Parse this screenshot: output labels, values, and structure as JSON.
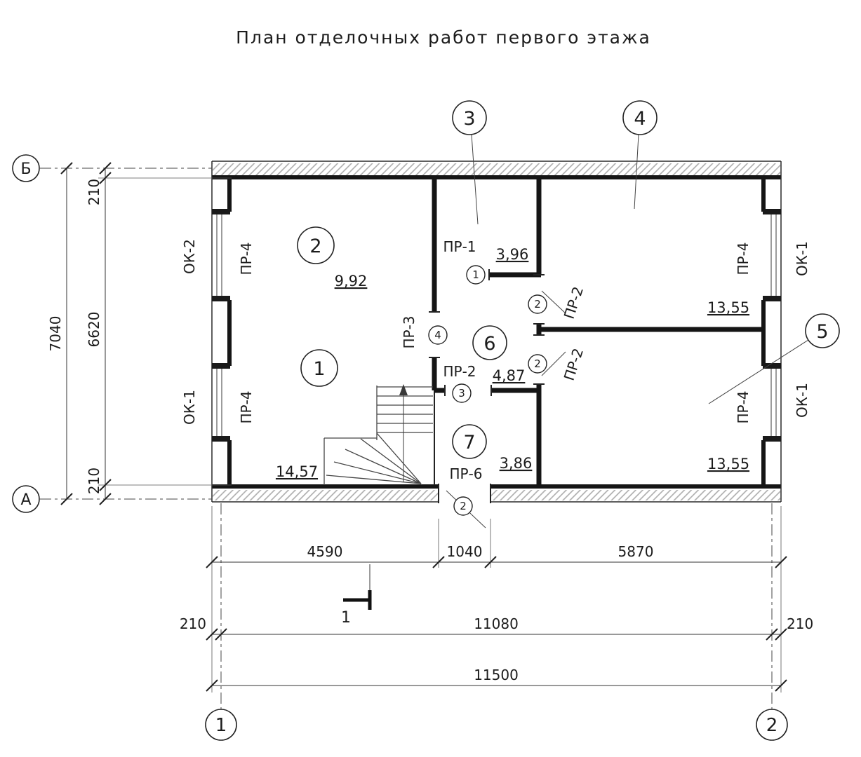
{
  "title": "План отделочных работ первого этажа",
  "axes": {
    "left_top": "Б",
    "left_bottom": "А",
    "bottom_left": "1",
    "bottom_right": "2"
  },
  "rooms": {
    "r1": {
      "number": "1",
      "area": "14,57"
    },
    "r2": {
      "number": "2",
      "area": "9,92"
    },
    "r3": {
      "number": "3",
      "area": "3,96"
    },
    "r4": {
      "number": "4",
      "area": "13,55"
    },
    "r5": {
      "number": "5",
      "area": "13,55"
    },
    "r6": {
      "number": "6",
      "area": "4,87"
    },
    "r7": {
      "number": "7",
      "area": "3,86"
    }
  },
  "door_marks": {
    "m1": "1",
    "m2_upper": "2",
    "m2_lower": "2",
    "m3": "3",
    "m4": "4",
    "m_entry": "2"
  },
  "openings": {
    "pr1": "ПР-1",
    "pr2_hall": "ПР-2",
    "pr2_upper": "ПР-2",
    "pr2_lower": "ПР-2",
    "pr3": "ПР-3",
    "pr6": "ПР-6",
    "pr4_left_top": "ПР-4",
    "pr4_left_bottom": "ПР-4",
    "pr4_right_top": "ПР-4",
    "pr4_right_bottom": "ПР-4",
    "ok2_left": "ОК-2",
    "ok1_left": "ОК-1",
    "ok1_right_top": "ОК-1",
    "ok1_right_bottom": "ОК-1"
  },
  "dimensions": {
    "v_total": "7040",
    "v_top_wall": "210",
    "v_inner": "6620",
    "v_bottom_wall": "210",
    "h_room_left": "4590",
    "h_entry": "1040",
    "h_room_right": "5870",
    "h_wall_left": "210",
    "h_axes": "11080",
    "h_wall_right": "210",
    "h_total": "11500"
  },
  "section": {
    "label": "1"
  }
}
